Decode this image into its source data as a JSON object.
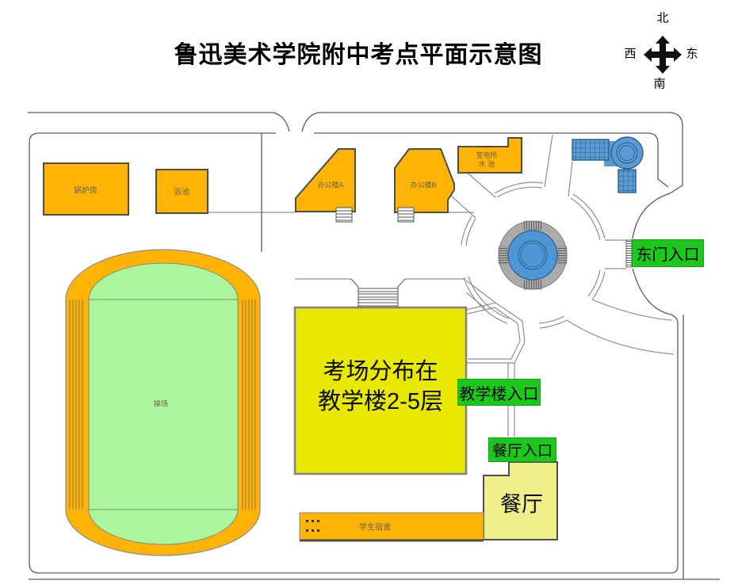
{
  "title": "鲁迅美术学院附中考点平面示意图",
  "compass": {
    "north": "北",
    "south": "南",
    "east": "东",
    "west": "西"
  },
  "buildings": {
    "boiler": "锅炉房",
    "bath": "浴池",
    "office_a": "办公楼A",
    "office_b": "办公楼B",
    "substation_line1": "变电所",
    "substation_line2": "水  池",
    "playground": "操场",
    "teaching_line1": "考场分布在",
    "teaching_line2": "教学楼2-5层",
    "canteen": "餐厅",
    "dormitory": "学生宿舍"
  },
  "entrances": {
    "east_gate": "东门入口",
    "teaching": "教学楼入口",
    "canteen": "餐厅入口"
  },
  "colors": {
    "building_orange": "#FFB405",
    "teaching_yellow": "#E8E800",
    "canteen_yellow": "#F0F08A",
    "entrance_green": "#1DC81D",
    "water_blue": "#5B9BD5",
    "field_green": "#ABF69D",
    "ring_gray": "#ABABAB",
    "outline_gray": "#4d4d4d"
  }
}
